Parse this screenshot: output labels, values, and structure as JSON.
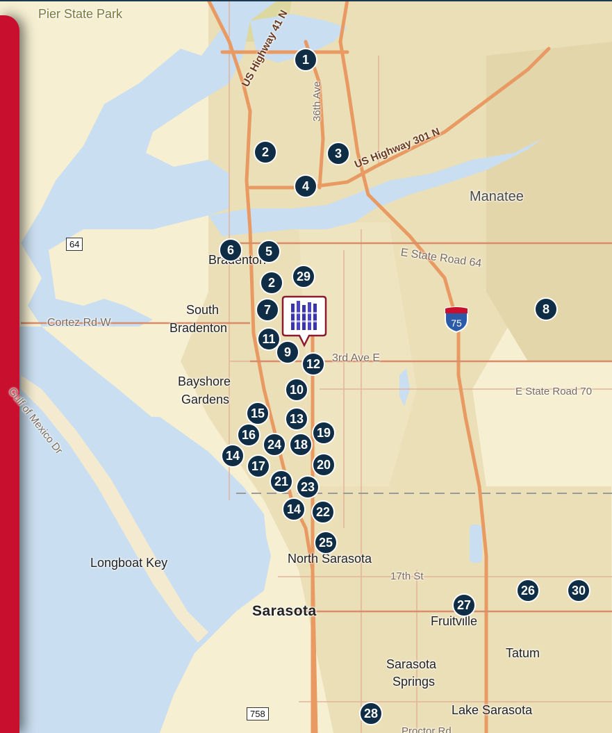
{
  "places": {
    "park": "Pier State Park",
    "manatee": "Manatee",
    "bradenton": "Bradenton",
    "south_bradenton_1": "South",
    "south_bradenton_2": "Bradenton",
    "bayshore_1": "Bayshore",
    "bayshore_2": "Gardens",
    "longboat": "Longboat Key",
    "north_sarasota": "North Sarasota",
    "sarasota": "Sarasota",
    "fruitville": "Fruitville",
    "tatum": "Tatum",
    "sarasota_springs_1": "Sarasota",
    "sarasota_springs_2": "Springs",
    "lake_sarasota": "Lake Sarasota"
  },
  "roads": {
    "us41": "US Highway 41 N",
    "us301": "US Highway 301 N",
    "ave36": "36th Ave",
    "sr64": "E State Road 64",
    "sr70": "E State Road 70",
    "cortez": "Cortez Rd W",
    "ave3": "3rd Ave E",
    "gulf": "Gulf of Mexico Dr",
    "st17": "17th St",
    "proctor": "Proctor Rd"
  },
  "shields": {
    "i75": "75",
    "sr64": "64",
    "sr758": "758"
  },
  "markers": [
    "1",
    "2",
    "3",
    "4",
    "5",
    "6",
    "2",
    "29",
    "7",
    "8",
    "11",
    "9",
    "12",
    "10",
    "15",
    "13",
    "19",
    "16",
    "24",
    "18",
    "14",
    "20",
    "17",
    "21",
    "23",
    "14",
    "22",
    "25",
    "26",
    "30",
    "27",
    "28"
  ],
  "colors": {
    "water": "#c9def0",
    "land": "#f6efd2",
    "urban": "#eadfb7",
    "major_road": "#e89a62",
    "minor_road": "#e3b49c",
    "marker": "#0f2d45",
    "sidebar": "#c8102e"
  }
}
